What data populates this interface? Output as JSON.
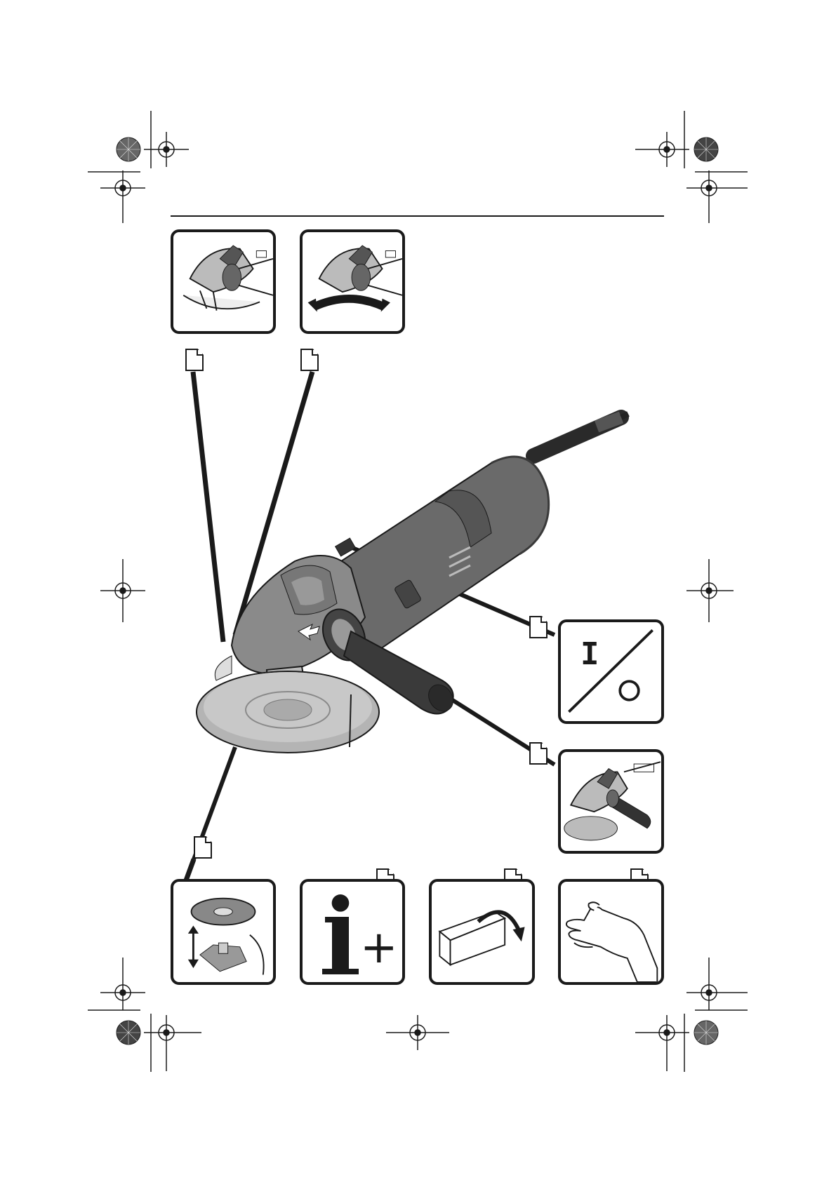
{
  "document": {
    "type": "technical-illustration-page",
    "tool": "angle-grinder",
    "colors": {
      "ink": "#1a1a1a",
      "body": "#6a6a6a",
      "body_dark": "#3a3a3a",
      "guard": "#b4b4b4",
      "paper": "#ffffff"
    }
  },
  "panels": {
    "top_left": {
      "icon": "grinder-guard-icon"
    },
    "top_right": {
      "icon": "grinder-guard-rotate-icon"
    },
    "switch": {
      "icon": "on-off-switch-icon",
      "on_symbol": "I"
    },
    "handle": {
      "icon": "grinder-side-handle-icon"
    },
    "bottom_1": {
      "icon": "disc-mount-icon"
    },
    "bottom_2": {
      "icon": "info-plus-icon",
      "info_letter": "i",
      "plus": "+"
    },
    "bottom_3": {
      "icon": "box-unpack-icon"
    },
    "bottom_4": {
      "icon": "hand-icon"
    }
  },
  "reference_tags": [
    {
      "id": "tag-top-left",
      "text": ""
    },
    {
      "id": "tag-top-right",
      "text": ""
    },
    {
      "id": "tag-switch",
      "text": ""
    },
    {
      "id": "tag-handle",
      "text": ""
    },
    {
      "id": "tag-disc",
      "text": ""
    },
    {
      "id": "tag-info",
      "text": ""
    },
    {
      "id": "tag-box",
      "text": ""
    },
    {
      "id": "tag-hand",
      "text": ""
    }
  ],
  "print_marks": {
    "registration": "registration-mark-icon",
    "color_bar": "color-target-icon"
  }
}
